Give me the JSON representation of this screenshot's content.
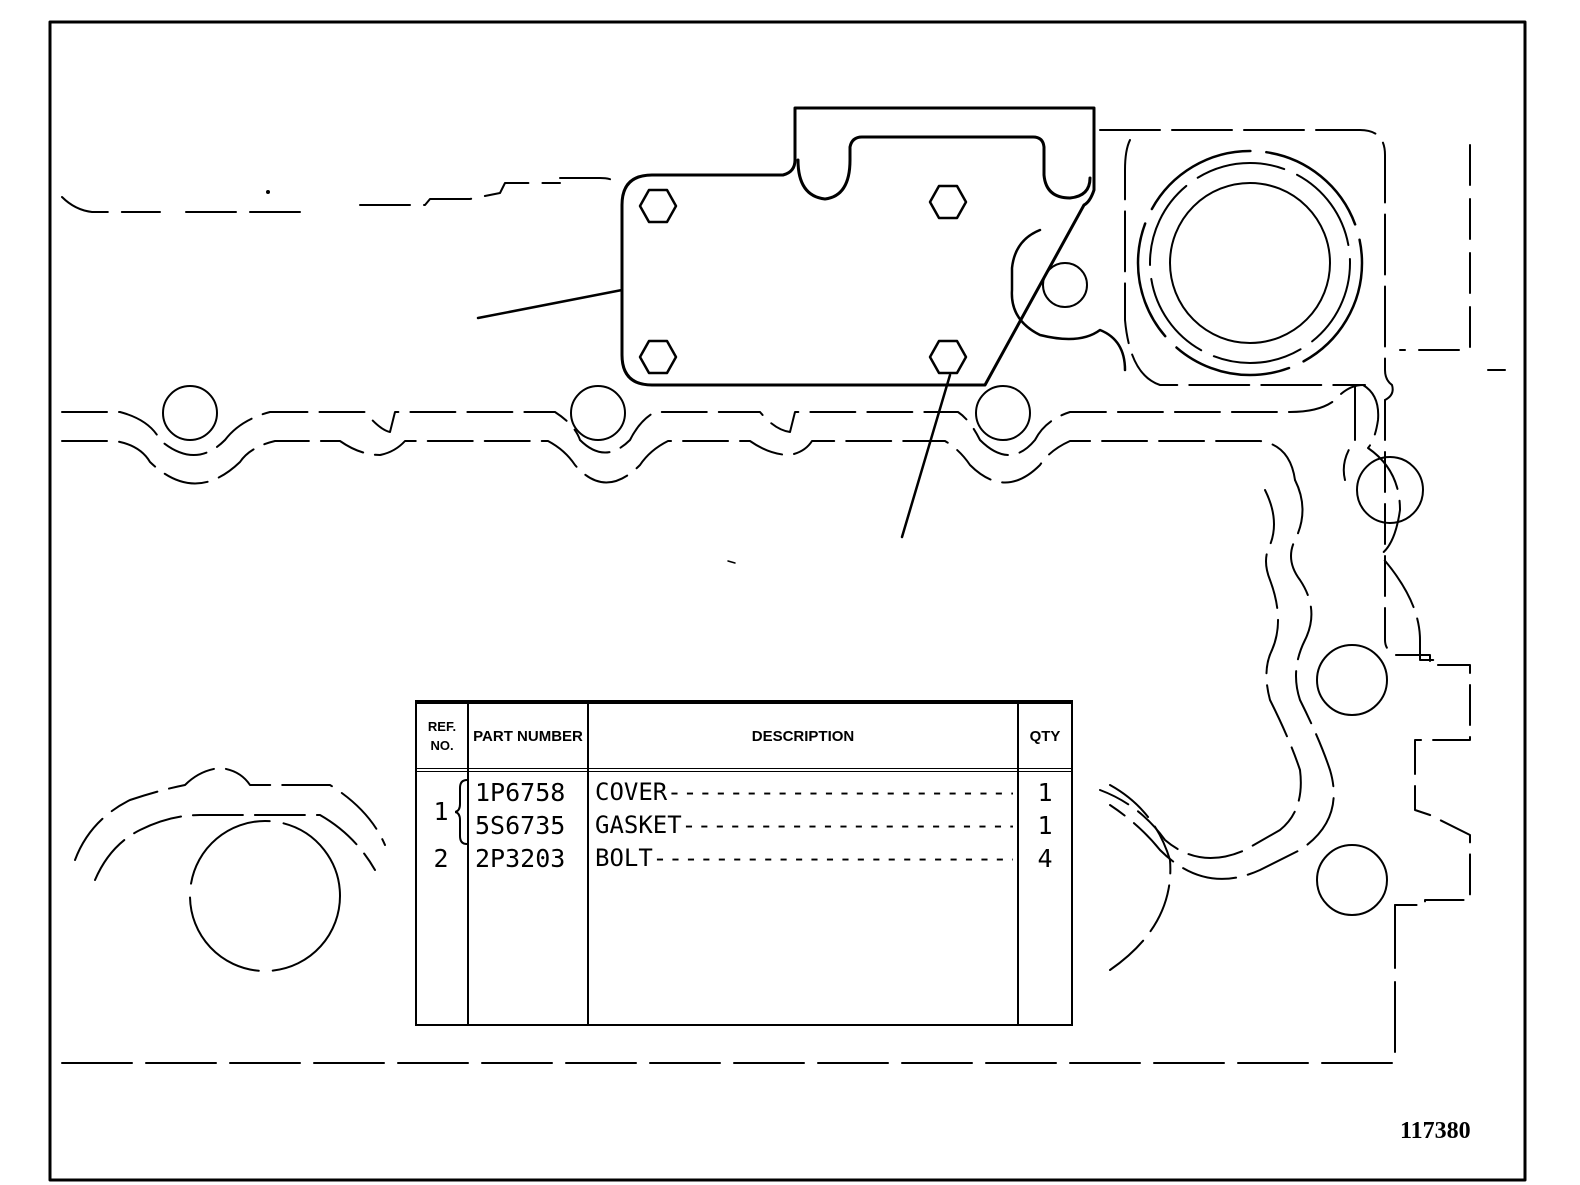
{
  "table": {
    "headers": {
      "ref_no": "REF. NO.",
      "part_number": "PART NUMBER",
      "description": "DESCRIPTION",
      "qty": "QTY"
    },
    "rows": [
      {
        "ref": "",
        "part": "1P6758",
        "description": "COVER",
        "qty": "1"
      },
      {
        "ref": "1",
        "part": "5S6735",
        "description": "GASKET",
        "qty": "1"
      },
      {
        "ref": "2",
        "part": "2P3203",
        "description": "BOLT",
        "qty": "4"
      }
    ]
  },
  "figure_number": "117380"
}
